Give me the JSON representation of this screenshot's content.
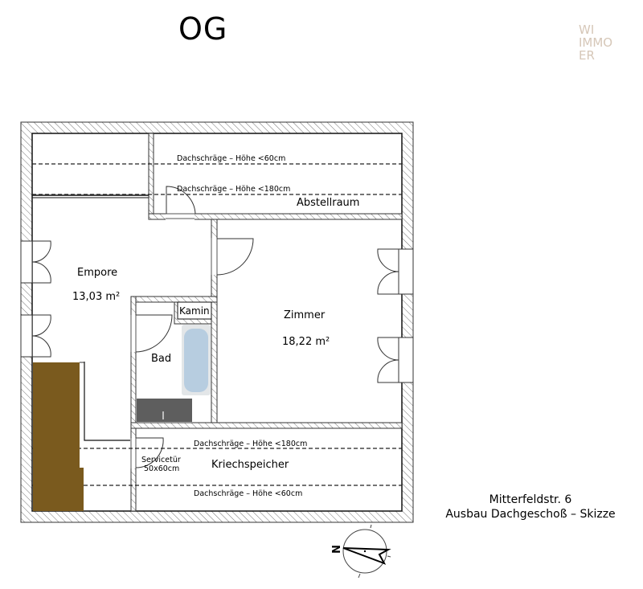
{
  "header": {
    "floor_label": "OG"
  },
  "logo": {
    "lines": [
      "WI",
      "IMMO",
      "ER"
    ],
    "color": "#d6c7b8"
  },
  "plan": {
    "rooms": [
      {
        "name": "Abstellraum",
        "area": ""
      },
      {
        "name": "Empore",
        "area": "13,03 m²"
      },
      {
        "name": "Zimmer",
        "area": "18,22 m²"
      },
      {
        "name": "Bad",
        "area": ""
      },
      {
        "name": "Kamin",
        "area": ""
      },
      {
        "name": "Kriechspeicher",
        "area": ""
      }
    ],
    "annotations": {
      "top_low": "Dachschräge – Höhe <60cm",
      "top_high": "Dachschräge – Höhe <180cm",
      "bottom_high": "Dachschräge – Höhe <180cm",
      "bottom_low": "Dachschräge – Höhe <60cm",
      "service_door_line1": "Servicetür",
      "service_door_line2": "50x60cm"
    },
    "colors": {
      "wall_hatch": "#555555",
      "stair_block": "#7a5a1e",
      "bathtub": "#b7cde0",
      "vanity": "#5e5e5e"
    }
  },
  "footer": {
    "address": "Mitterfeldstr. 6",
    "subtitle": "Ausbau Dachgeschoß – Skizze"
  },
  "compass": {
    "north_label": "N"
  }
}
